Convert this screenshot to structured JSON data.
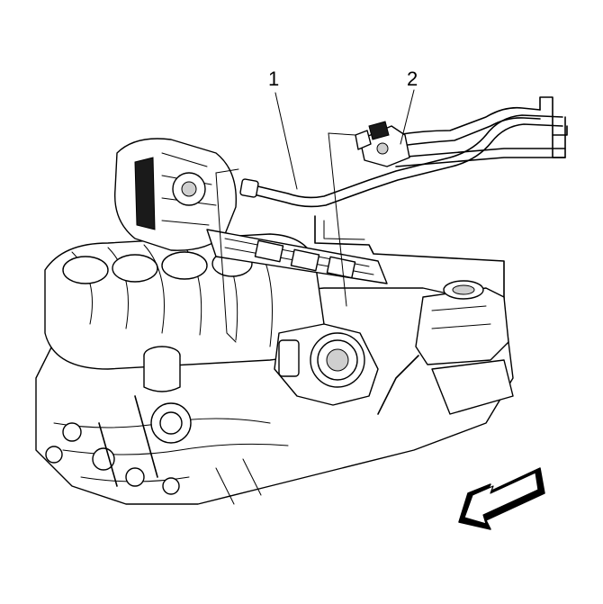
{
  "callouts": [
    {
      "id": "1",
      "text": "1"
    },
    {
      "id": "2",
      "text": "2"
    }
  ],
  "icons": {
    "direction_arrow": "front-direction-arrow-icon"
  }
}
